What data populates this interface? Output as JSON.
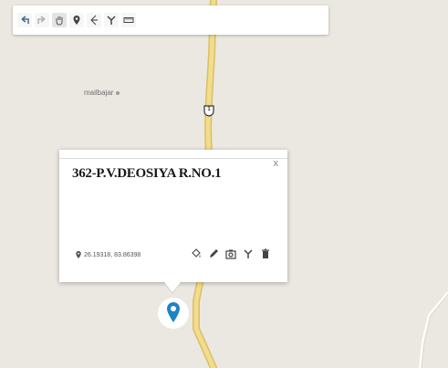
{
  "colors": {
    "map_bg": "#ebe8e1",
    "road": "#f3dc8a",
    "road_edge": "#d9bf6a",
    "marker": "#1c84c6"
  },
  "toolbar": {
    "tools": [
      {
        "icon": "undo-icon",
        "active": false
      },
      {
        "icon": "redo-icon",
        "active": false
      },
      {
        "icon": "hand-pan-icon",
        "active": true
      },
      {
        "icon": "add-marker-icon",
        "active": false
      },
      {
        "icon": "draw-line-icon",
        "active": false
      },
      {
        "icon": "route-icon",
        "active": false
      },
      {
        "icon": "ruler-icon",
        "active": false
      }
    ]
  },
  "map": {
    "place_label": "mailbajar",
    "route_shield": "1"
  },
  "popup": {
    "title": "362-P.V.DEOSIYA R.NO.1",
    "close_label": "x",
    "coordinates": "26.19318, 83.86398",
    "actions": [
      "paint-bucket-icon",
      "pencil-icon",
      "camera-icon",
      "route-icon",
      "trash-icon"
    ]
  }
}
